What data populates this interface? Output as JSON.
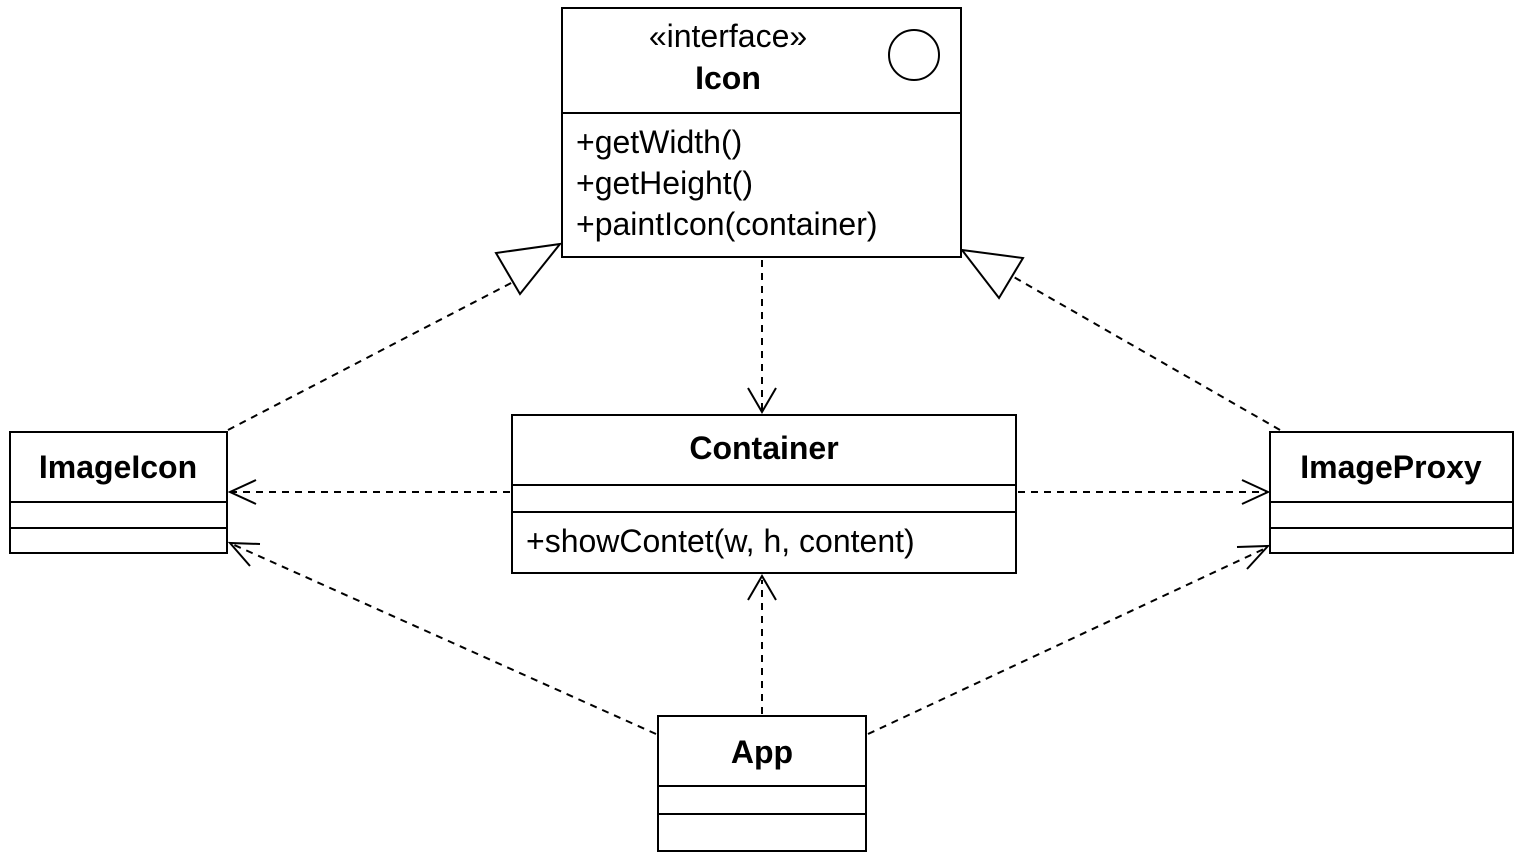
{
  "classes": {
    "icon": {
      "stereotype": "«interface»",
      "name": "Icon",
      "methods": [
        "+getWidth()",
        "+getHeight()",
        "+paintIcon(container)"
      ]
    },
    "container": {
      "name": "Container",
      "methods": [
        "+showContet(w, h, content)"
      ]
    },
    "image_icon": {
      "name": "ImageIcon"
    },
    "image_proxy": {
      "name": "ImageProxy"
    },
    "app": {
      "name": "App"
    }
  },
  "relations": [
    {
      "from": "ImageIcon",
      "to": "Icon",
      "kind": "realization"
    },
    {
      "from": "ImageProxy",
      "to": "Icon",
      "kind": "realization"
    },
    {
      "from": "Icon",
      "to": "Container",
      "kind": "dependency"
    },
    {
      "from": "Container",
      "to": "ImageIcon",
      "kind": "dependency"
    },
    {
      "from": "Container",
      "to": "ImageProxy",
      "kind": "dependency"
    },
    {
      "from": "App",
      "to": "ImageIcon",
      "kind": "dependency"
    },
    {
      "from": "App",
      "to": "Container",
      "kind": "dependency"
    },
    {
      "from": "App",
      "to": "ImageProxy",
      "kind": "dependency"
    }
  ],
  "colors": {
    "stroke": "#000000",
    "fill": "#ffffff"
  }
}
